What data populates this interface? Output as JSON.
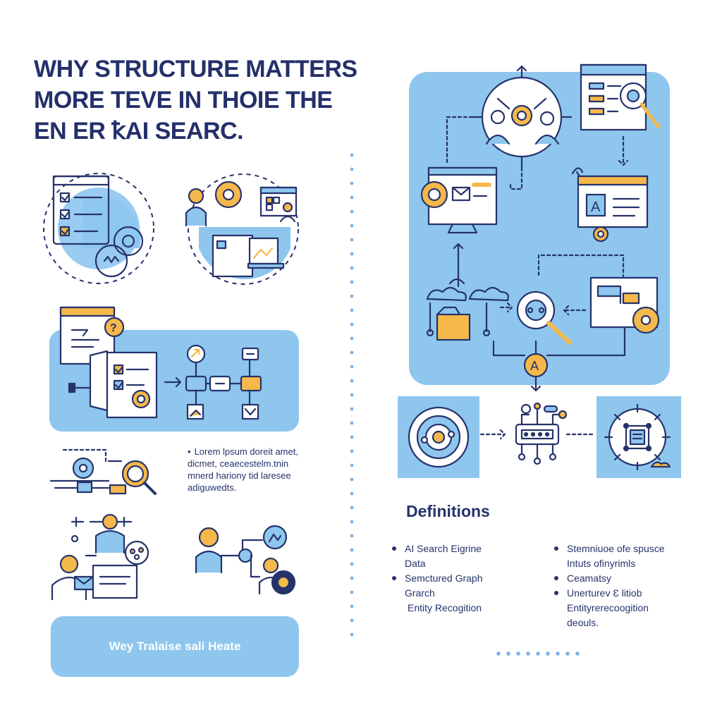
{
  "title": {
    "line1": "WHY STRUCTURE MATTERS",
    "line2": "MORE TEVE IN THOIE THE",
    "line3": "EN ER ꝁAI SEARC."
  },
  "paragraph": {
    "bullet": "•",
    "line1": "Lorem lpsum doreit amet,",
    "line2": "dicmet, ceaecestelm.tnin",
    "line3": "mnerd hariony tid laresee",
    "line4": "adiguwedts."
  },
  "definitions": {
    "heading": "Definitions",
    "left": [
      {
        "line1": "AI Search Eigrine",
        "line2": "Data"
      },
      {
        "line1": "Semctured Graph",
        "line2": "Grarch",
        "line3": "Entity Recogition"
      }
    ],
    "right": [
      {
        "line1": "Stemniuoe ofe spusce",
        "line2": "Intuts ofinyrimls"
      },
      {
        "line1": "Ceamatsy"
      },
      {
        "line1": "Unerturev Ɛ litiob",
        "line2": "Entityrerecoogition",
        "line3": "deouls."
      }
    ]
  },
  "cta": {
    "label": "Wey Tralaise sali Heate"
  },
  "colors": {
    "panel": "#8ec6ee",
    "navy": "#26336b",
    "accent": "#f5b84a"
  },
  "icons": [
    "checklist-icon",
    "gear-icon",
    "team-icon",
    "browser-icon",
    "question-icon",
    "flowchart-icon",
    "magnifier-icon",
    "user-icon",
    "network-icon",
    "monitor-icon",
    "cloud-icon",
    "document-icon",
    "target-icon",
    "circuit-icon",
    "letter-a-icon"
  ]
}
